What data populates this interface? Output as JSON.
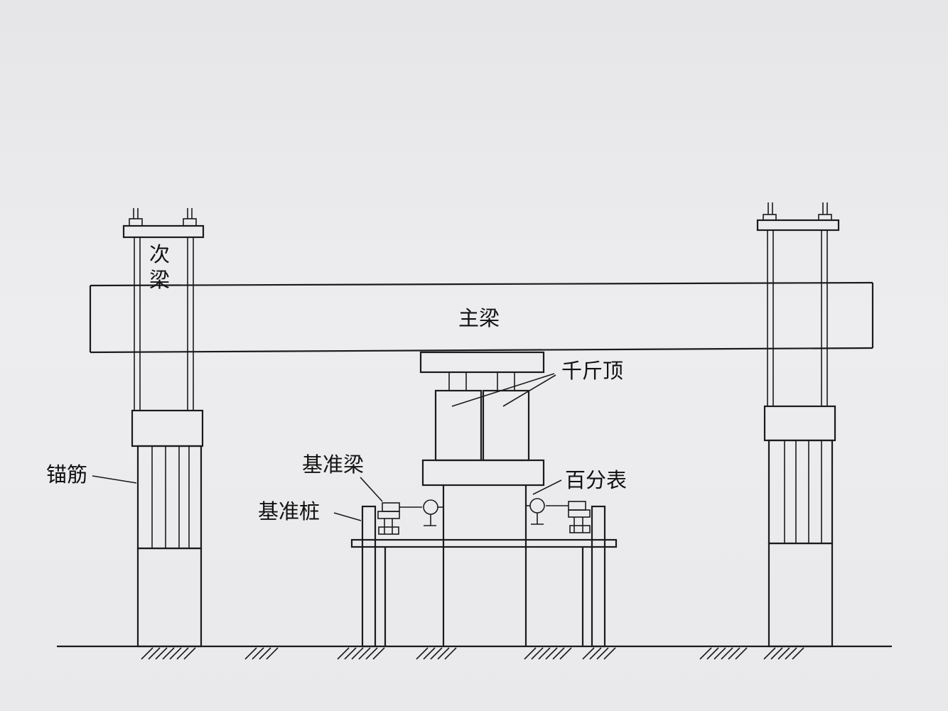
{
  "labels": {
    "secondary_beam_line1": "次",
    "secondary_beam_line2": "梁",
    "main_beam": "主梁",
    "jack": "千斤顶",
    "anchor_bar": "锚筋",
    "reference_beam": "基准梁",
    "dial_gauge": "百分表",
    "reference_pile": "基准桩"
  },
  "colors": {
    "line": "#1b1b1b",
    "paper": "#e9e9eb"
  }
}
